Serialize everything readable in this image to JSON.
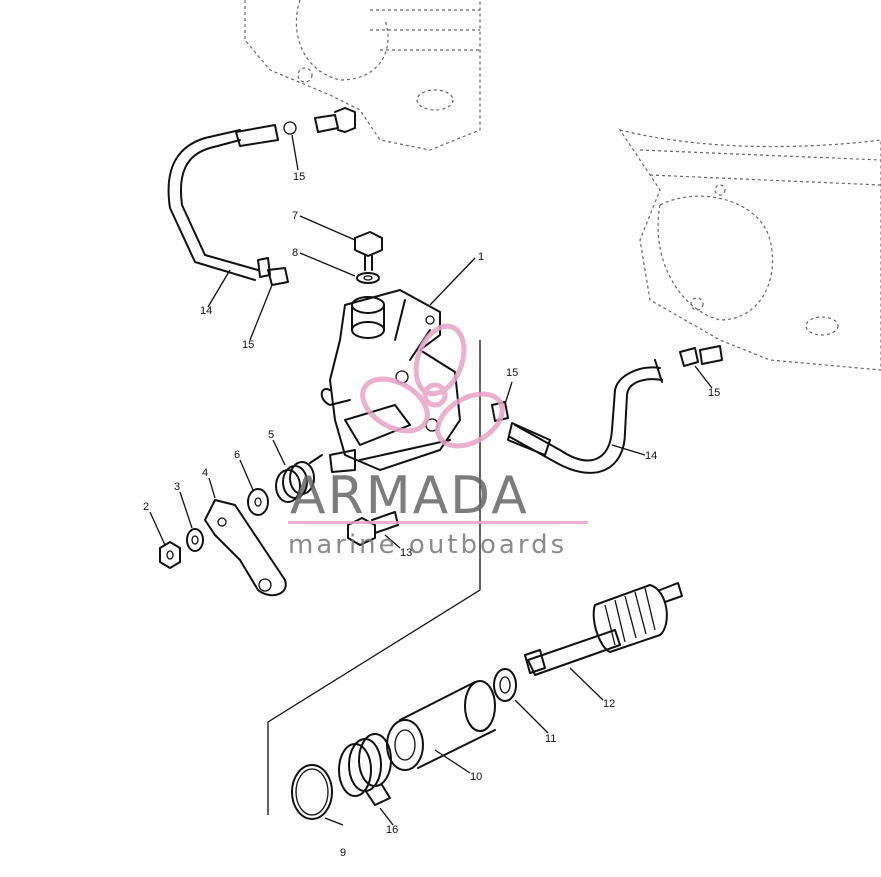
{
  "watermark": {
    "brand": "ARMADA",
    "tagline": "marine outboards",
    "accent_color": "#e8a3c6"
  },
  "callouts": [
    "1",
    "2",
    "3",
    "4",
    "5",
    "6",
    "7",
    "8",
    "9",
    "10",
    "11",
    "12",
    "13",
    "14",
    "14",
    "15",
    "15",
    "15",
    "15",
    "16"
  ]
}
